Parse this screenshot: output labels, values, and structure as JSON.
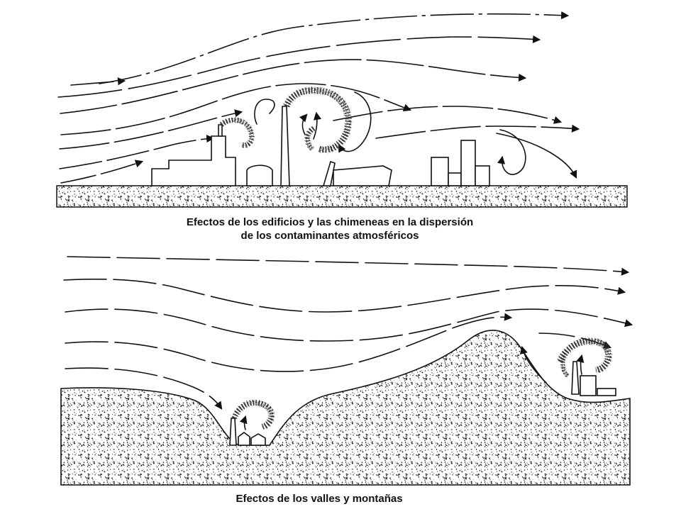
{
  "figure": {
    "caption_buildings_line1": "Efectos de los edificios y las chimeneas en la dispersión",
    "caption_buildings_line2": "de los contaminantes atmosféricos",
    "caption_valleys": "Efectos de los valles y montañas"
  },
  "colors": {
    "ink": "#111111",
    "background": "#ffffff",
    "ground_speckle": "#111111"
  }
}
